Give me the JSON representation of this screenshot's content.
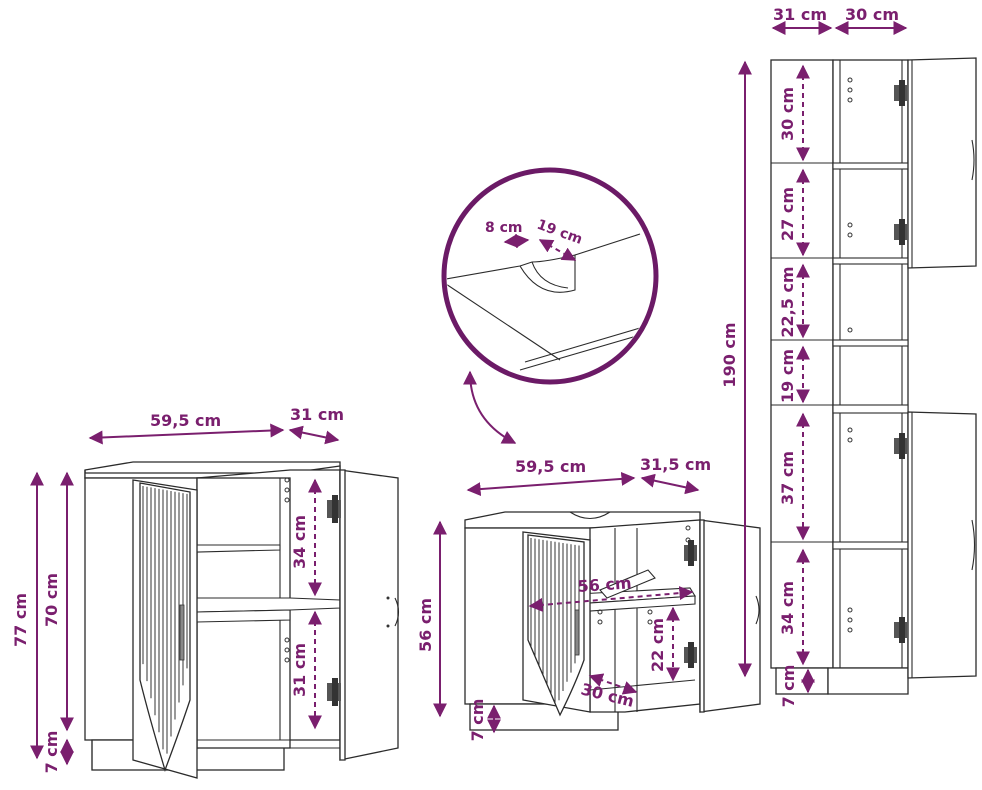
{
  "cabinet_left": {
    "width": "59,5 cm",
    "depth": "31 cm",
    "height_total": "77 cm",
    "height_body": "70 cm",
    "leg_height": "7 cm",
    "upper_compartment": "34 cm",
    "lower_compartment": "31 cm"
  },
  "sink_cabinet": {
    "width": "59,5 cm",
    "depth": "31,5 cm",
    "height": "56 cm",
    "leg_height": "7 cm",
    "inner_width": "56 cm",
    "inner_height": "22 cm",
    "inner_depth": "30 cm"
  },
  "detail_cutout": {
    "cut_width": "8 cm",
    "cut_depth": "19 cm"
  },
  "tall_cabinet": {
    "depth": "31 cm",
    "width": "30 cm",
    "height": "190 cm",
    "leg_height": "7 cm",
    "shelf_1": "30 cm",
    "shelf_2": "27 cm",
    "shelf_3": "22,5 cm",
    "shelf_4": "19 cm",
    "shelf_5": "37 cm",
    "shelf_6": "34 cm"
  },
  "colors": {
    "dimension": "#7a1f6e",
    "line": "#2b2b2b"
  }
}
